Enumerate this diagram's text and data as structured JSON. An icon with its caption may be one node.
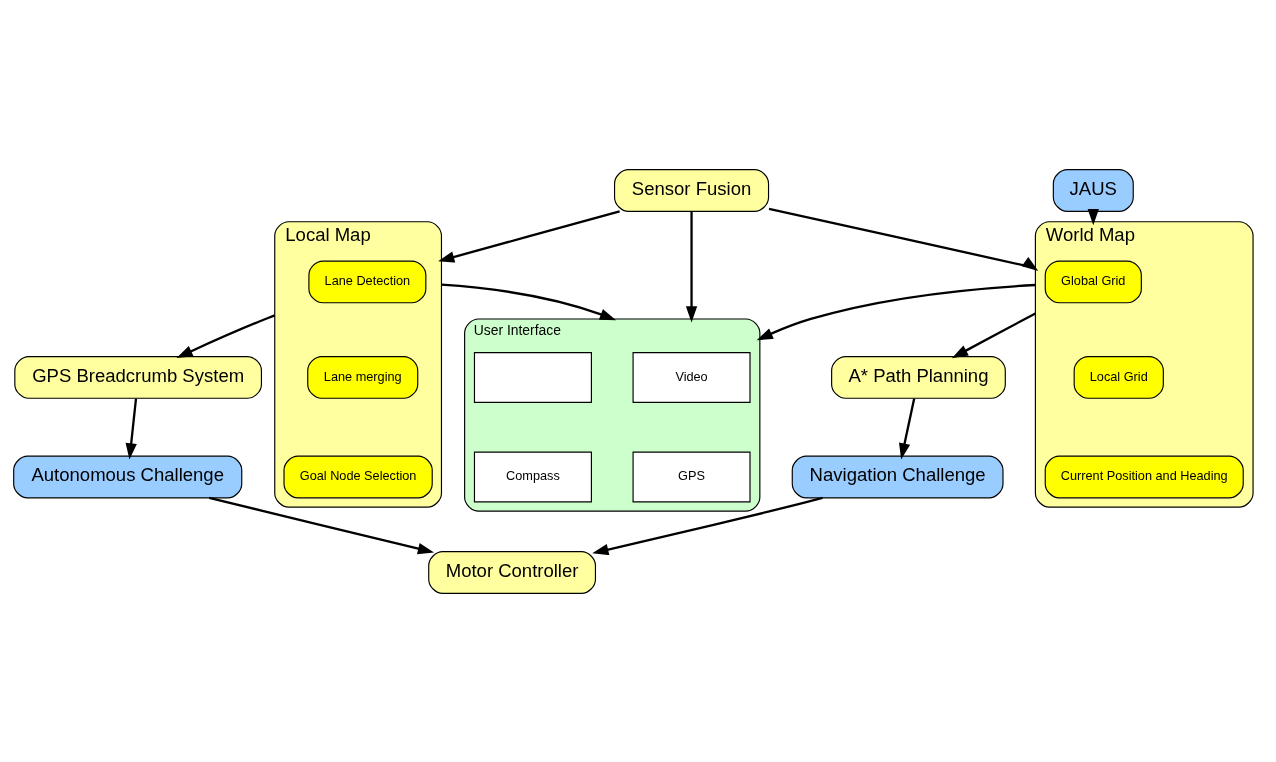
{
  "diagram": {
    "nodes": [
      {
        "text": [
          "Sensor Fusion"
        ]
      },
      {
        "text": [
          "Local Map"
        ]
      },
      {
        "text": [
          "Lane Detection"
        ],
        "in": 1
      },
      {
        "text": [
          "Lane merging"
        ],
        "in": 1
      },
      {
        "text": [
          "Goal Node Selection"
        ],
        "in": 1
      },
      {
        "text": [
          "User Interface"
        ]
      },
      {
        "text": [
          "Video"
        ],
        "in": 5
      },
      {
        "text": [],
        "shape": "box",
        "in": 5
      },
      {
        "text": [
          "GPS"
        ],
        "in": 5
      },
      {
        "text": [
          "Compass"
        ],
        "in": 5
      },
      {
        "text": [
          "World Map"
        ]
      },
      {
        "text": [
          "Global Grid"
        ],
        "in": 10
      },
      {
        "text": [
          "Local Grid"
        ],
        "in": 10
      },
      {
        "text": [
          "Current Position and Heading"
        ],
        "in": 10
      },
      {
        "text": [
          "JAUS"
        ]
      },
      {
        "text": [
          "GPS Breadcrumb System"
        ]
      },
      {
        "text": [
          "A* Path Planning"
        ]
      },
      {
        "text": [
          "Autonomous Challenge"
        ]
      },
      {
        "text": [
          "Navigation Challenge"
        ]
      },
      {
        "text": [
          "Motor Controller"
        ]
      }
    ],
    "edges": [
      {
        "from": 0,
        "to": 1,
        "arrow": "to"
      },
      {
        "from": 0,
        "to": 5,
        "arrow": "to"
      },
      {
        "from": 0,
        "to": 10,
        "arrow": "to"
      },
      {
        "from": 1,
        "to": 5,
        "arrow": "to"
      },
      {
        "from": 10,
        "to": 5,
        "arrow": "to"
      },
      {
        "from": 14,
        "to": 10,
        "arrow": "to"
      },
      {
        "from": 1,
        "to": 15,
        "arrow": "to"
      },
      {
        "from": 10,
        "to": 16,
        "arrow": "to"
      },
      {
        "from": 15,
        "to": 17,
        "arrow": "to"
      },
      {
        "from": 16,
        "to": 18,
        "arrow": "to"
      },
      {
        "from": 17,
        "to": 19,
        "arrow": "to"
      },
      {
        "from": 18,
        "to": 19,
        "arrow": "to"
      }
    ]
  }
}
